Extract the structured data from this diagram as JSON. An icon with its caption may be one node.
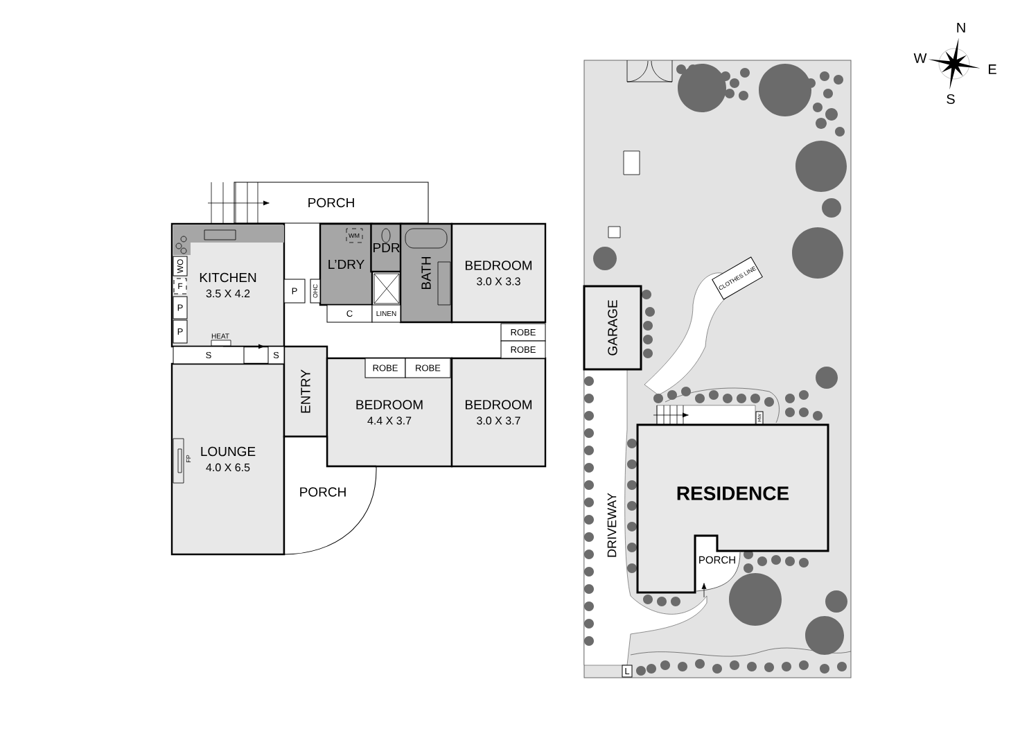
{
  "diagram": {
    "nodes": [
      {
        "text": [
          "PORCH"
        ]
      },
      {
        "text": [
          "KITCHEN",
          "3.5 X 4.2"
        ]
      },
      {
        "text": [
          "L’DRY"
        ]
      },
      {
        "text": [
          "PDR"
        ]
      },
      {
        "text": [
          "BATH"
        ]
      },
      {
        "text": [
          "BEDROOM",
          "3.0 X 3.3"
        ]
      },
      {
        "text": [
          "LOUNGE",
          "4.0 X 6.5"
        ]
      },
      {
        "text": [
          "ENTRY"
        ]
      },
      {
        "text": [
          "BEDROOM",
          "4.4 X 3.7"
        ]
      },
      {
        "text": [
          "BEDROOM",
          "3.0 X 3.7"
        ]
      },
      {
        "text": [
          "PORCH"
        ]
      },
      {
        "text": [
          "WO"
        ],
        "in": 1
      },
      {
        "text": [
          "F"
        ],
        "in": 1
      },
      {
        "text": [
          "P"
        ],
        "in": 1
      },
      {
        "text": [
          "P"
        ],
        "in": 1
      },
      {
        "text": [
          "S"
        ]
      },
      {
        "text": [
          "S"
        ]
      },
      {
        "text": [
          "P"
        ]
      },
      {
        "text": [
          "OHC"
        ]
      },
      {
        "text": [
          "C"
        ]
      },
      {
        "text": [
          "LINEN"
        ]
      },
      {
        "text": [
          "ROBE"
        ]
      },
      {
        "text": [
          "ROBE"
        ]
      },
      {
        "text": [
          "ROBE"
        ],
        "in": 8
      },
      {
        "text": [
          "ROBE"
        ],
        "in": 8
      },
      {
        "text": [
          "GARAGE"
        ]
      },
      {
        "text": [
          "CLOTHES LINE"
        ]
      },
      {
        "text": [
          "RESIDENCE"
        ]
      },
      {
        "text": [
          "PORCH"
        ]
      },
      {
        "text": [
          "DRIVEWAY"
        ]
      },
      {
        "text": [
          "L"
        ]
      },
      {
        "text": [
          "HW"
        ]
      }
    ],
    "labels": [
      "N",
      "W",
      "E",
      "S",
      "WM",
      "HEAT",
      "FP"
    ]
  }
}
